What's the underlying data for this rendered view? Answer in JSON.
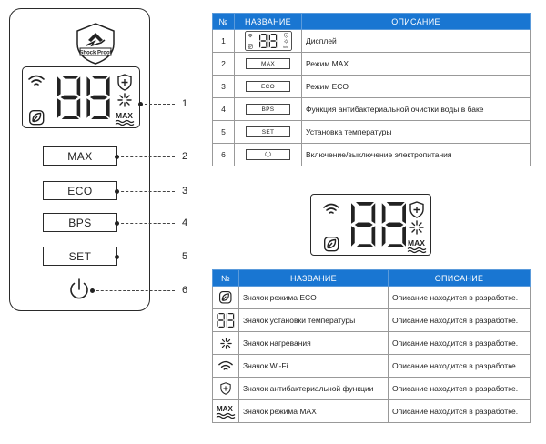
{
  "logo": {
    "text": "Shock Proof"
  },
  "panel": {
    "buttons": [
      {
        "label": "MAX",
        "num": "2"
      },
      {
        "label": "ECO",
        "num": "3"
      },
      {
        "label": "BPS",
        "num": "4"
      },
      {
        "label": "SET",
        "num": "5"
      }
    ],
    "display_num": "1",
    "power_num": "6",
    "display": {
      "digits": "88",
      "max_label": "MAX"
    }
  },
  "table1": {
    "headers": [
      "№",
      "НАЗВАНИЕ",
      "ОПИСАНИЕ"
    ],
    "rows": [
      {
        "num": "1",
        "desc": "Дисплей"
      },
      {
        "num": "2",
        "label": "MAX",
        "desc": "Режим MAX"
      },
      {
        "num": "3",
        "label": "ECO",
        "desc": "Режим ECO"
      },
      {
        "num": "4",
        "label": "BPS",
        "desc": "Функция антибактериальной очистки воды в баке"
      },
      {
        "num": "5",
        "label": "SET",
        "desc": "Установка температуры"
      },
      {
        "num": "6",
        "desc": "Включение/выключение электропитания"
      }
    ]
  },
  "table2": {
    "headers": [
      "№",
      "НАЗВАНИЕ",
      "ОПИСАНИЕ"
    ],
    "rows": [
      {
        "name": "Значок режима ECO",
        "desc": "Описание находится в разработке."
      },
      {
        "name": "Значок установки температуры",
        "desc": "Описание находится в разработке."
      },
      {
        "name": "Значок нагревания",
        "desc": "Описание находится в разработке."
      },
      {
        "name": "Значок Wi-Fi",
        "desc": "Описание находится в разработке.."
      },
      {
        "name": "Значок антибактериальной функции",
        "desc": "Описание находится в разработке."
      },
      {
        "name": "Значок режима MAX",
        "desc": "Описание находится в разработке."
      }
    ]
  },
  "colors": {
    "header_bg": "#1976d2",
    "outline": "#2a2a2a"
  }
}
